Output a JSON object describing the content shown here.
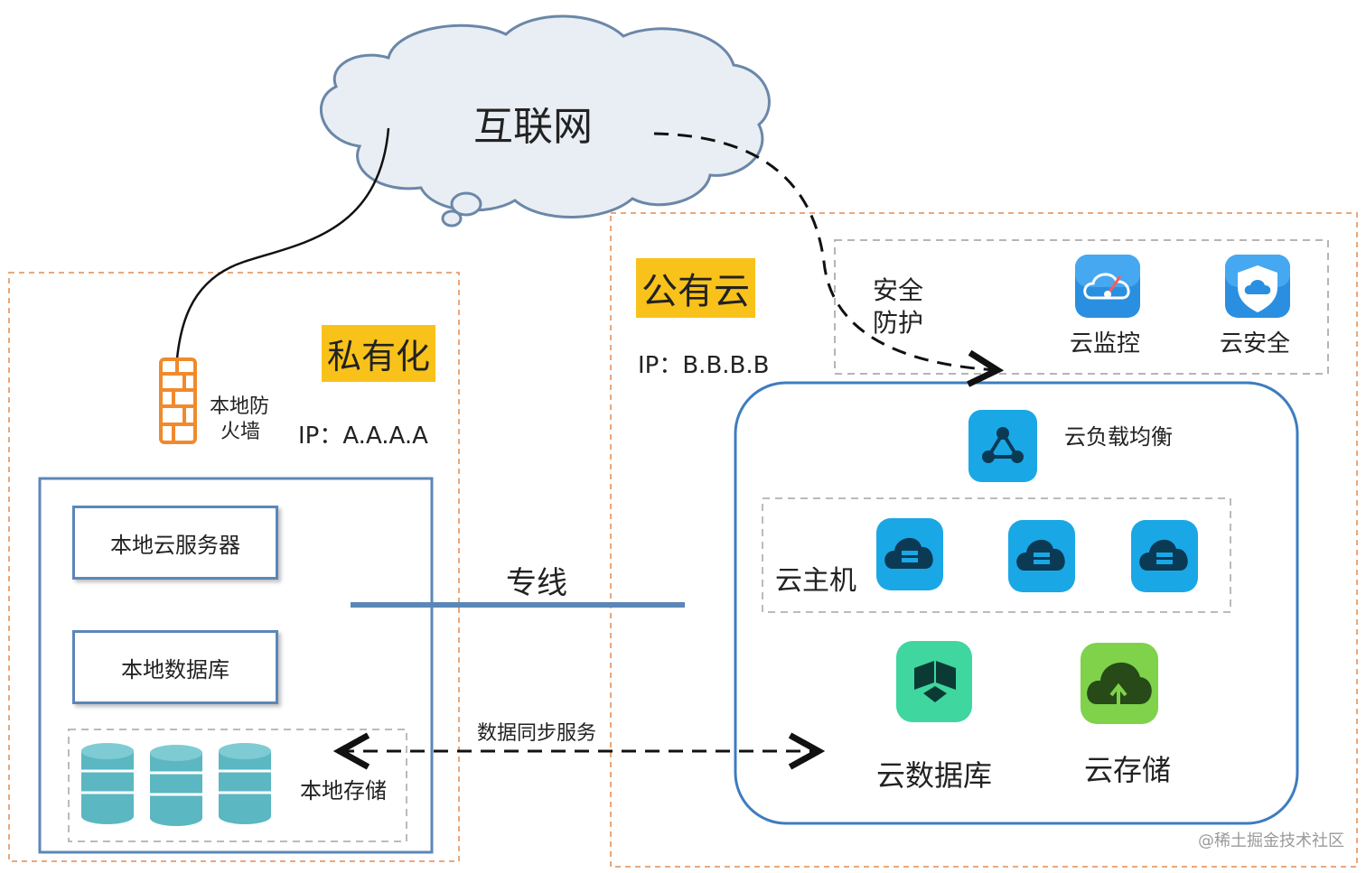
{
  "internet": {
    "label": "互联网"
  },
  "private": {
    "title": "私有化",
    "ip": "IP：A.A.A.A",
    "firewall_label_line1": "本地防",
    "firewall_label_line2": "火墙",
    "server": "本地云服务器",
    "database": "本地数据库",
    "storage": "本地存储"
  },
  "public": {
    "title": "公有云",
    "ip": "IP：B.B.B.B",
    "security_line1": "安全",
    "security_line2": "防护",
    "monitor": "云监控",
    "security": "云安全",
    "load_balancer": "云负载均衡",
    "host": "云主机",
    "cloud_db": "云数据库",
    "cloud_storage": "云存储"
  },
  "links": {
    "dedicated_line": "专线",
    "data_sync": "数据同步服务"
  },
  "watermark": "@稀土掘金技术社区",
  "colors": {
    "highlight": "#f8c21a",
    "private_border": "#e8a87c",
    "blue_frame": "#5b87b8",
    "icon_blue": "#1aa7e6",
    "db_teal": "#5bb7c2",
    "cloud_db_green": "#3fd6a0",
    "cloud_storage_green": "#7fd24a",
    "firewall_orange": "#f08a2c"
  }
}
